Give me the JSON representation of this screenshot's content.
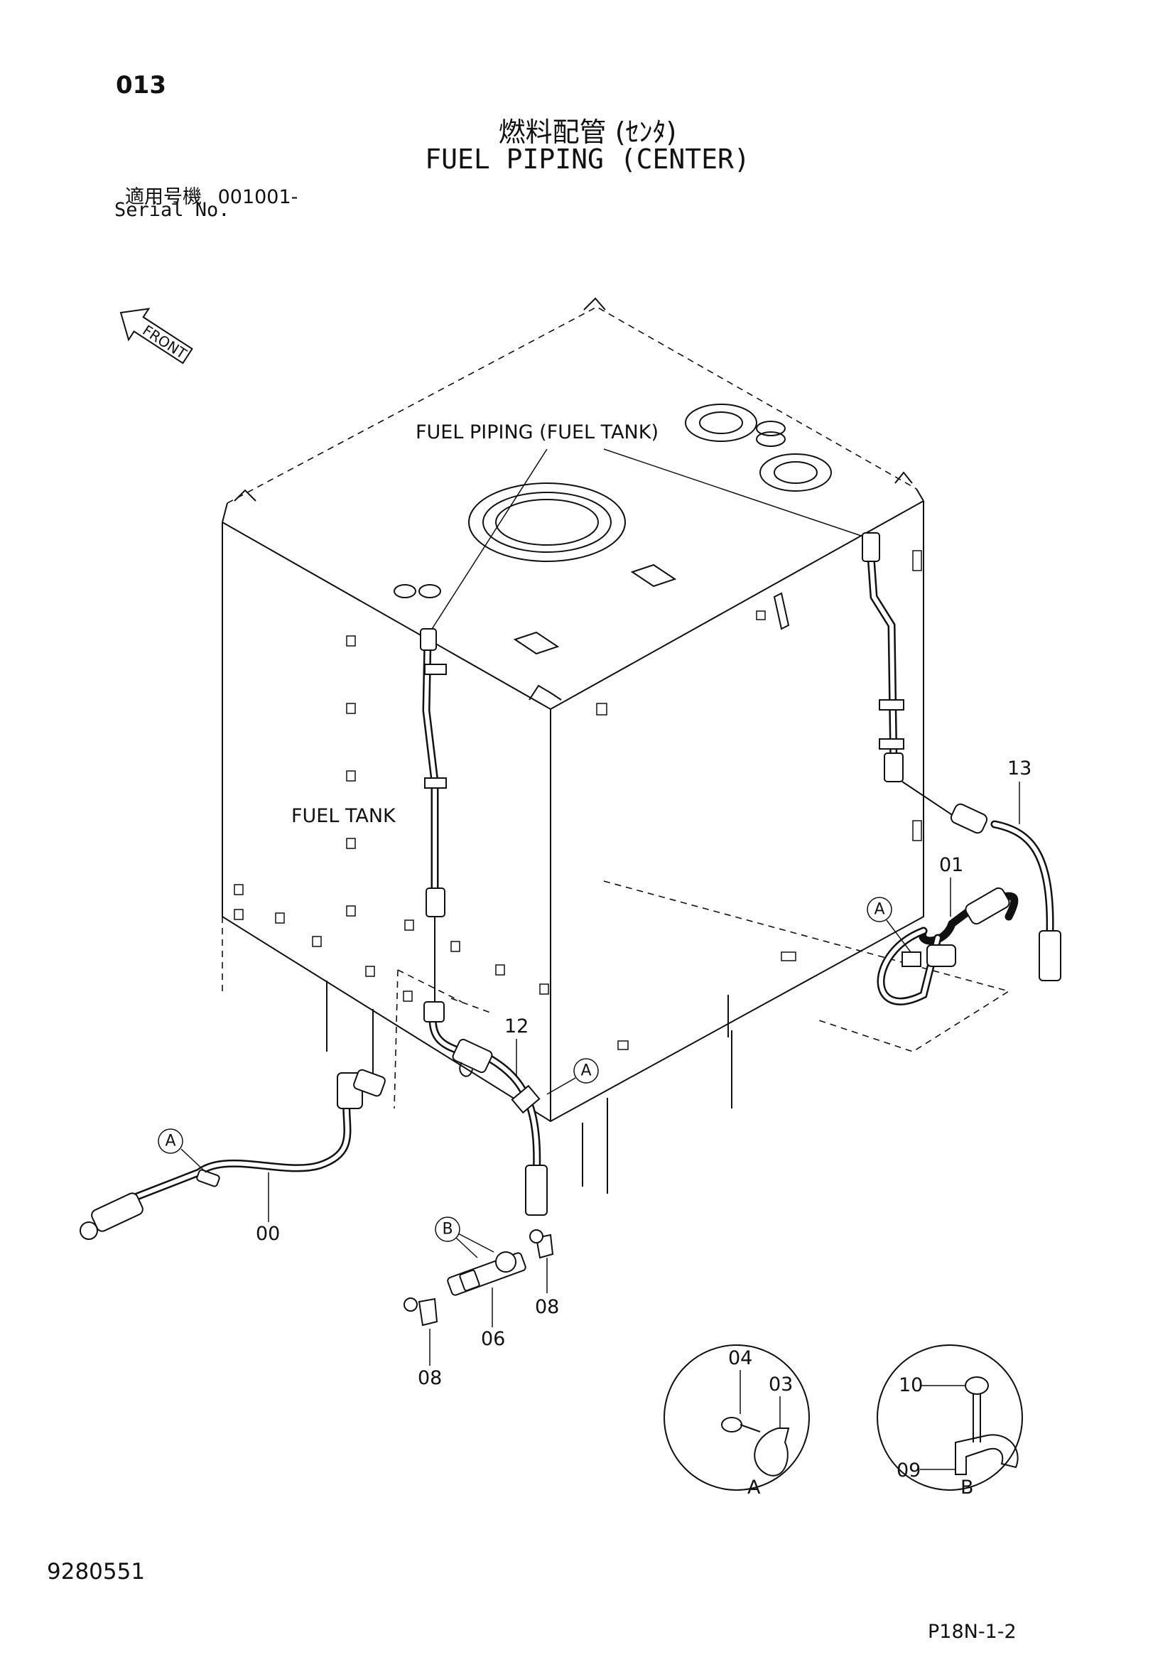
{
  "header": {
    "page_number": "013",
    "title_jp": "燃料配管 (ｾﾝﾀ)",
    "title_en": "FUEL PIPING (CENTER)",
    "serial_label_jp": "適用号機",
    "serial_value": "001001-",
    "serial_label_en": "Serial No."
  },
  "drawing": {
    "direction_arrow": "FRONT",
    "reference_labels": {
      "fuel_piping_tank": "FUEL PIPING (FUEL TANK)",
      "fuel_tank": "FUEL TANK"
    },
    "part_callouts": [
      "13",
      "01",
      "12",
      "00",
      "08",
      "06",
      "08"
    ],
    "detail_bubbles": [
      "A",
      "A",
      "A",
      "B"
    ],
    "detail_views": [
      {
        "name": "A",
        "parts": [
          "04",
          "03"
        ]
      },
      {
        "name": "B",
        "parts": [
          "10",
          "09"
        ]
      }
    ]
  },
  "footer": {
    "document_number": "9280551",
    "page_reference": "P18N-1-2"
  }
}
